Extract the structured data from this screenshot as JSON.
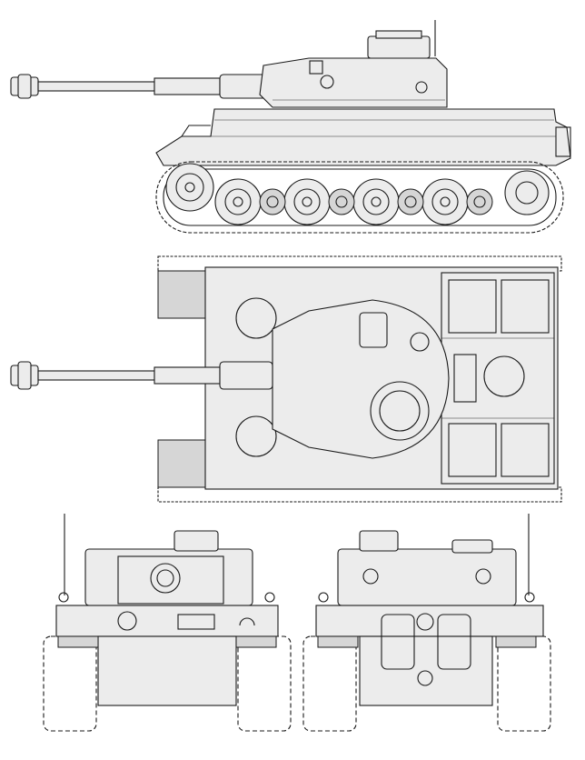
{
  "drawing": {
    "subject": "",
    "views": [
      {
        "id": "side",
        "name": ""
      },
      {
        "id": "top",
        "name": ""
      },
      {
        "id": "front",
        "name": ""
      },
      {
        "id": "rear",
        "name": ""
      }
    ]
  },
  "colors": {
    "line": "#1a1a1a",
    "hull_fill": "#ececec",
    "shade_fill": "#d6d6d6",
    "background": "#ffffff"
  },
  "icons": [
    "tank-side-view",
    "tank-top-view",
    "tank-front-view",
    "tank-rear-view"
  ]
}
